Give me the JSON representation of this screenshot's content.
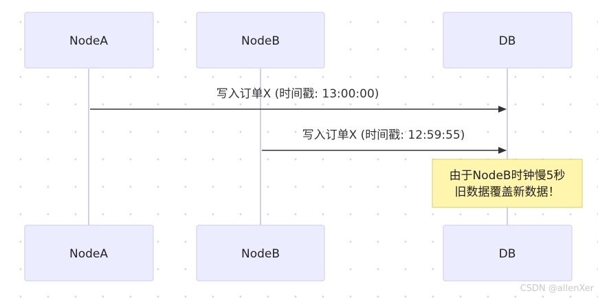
{
  "actors": [
    {
      "id": "nodea",
      "label": "NodeA"
    },
    {
      "id": "nodeb",
      "label": "NodeB"
    },
    {
      "id": "db",
      "label": "DB"
    }
  ],
  "messages": [
    {
      "from": "NodeA",
      "to": "DB",
      "text": "写入订单X (时间戳: 13:00:00)"
    },
    {
      "from": "NodeB",
      "to": "DB",
      "text": "写入订单X (时间戳: 12:59:55)"
    }
  ],
  "note": {
    "lines": [
      "由于NodeB时钟慢5秒",
      "旧数据覆盖新数据！"
    ]
  },
  "watermark": "CSDN @allenXer",
  "colors": {
    "actor_fill": "#ececff",
    "actor_border": "#cfcaf0",
    "note_fill": "#fff5ad",
    "note_border": "#d8cc70",
    "arrow": "#333333"
  }
}
